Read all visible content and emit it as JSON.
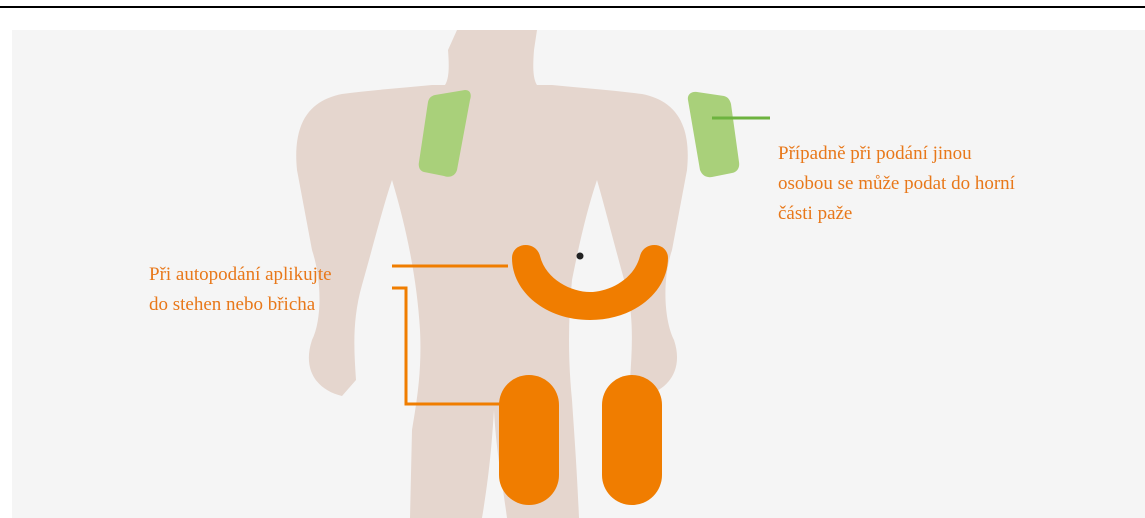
{
  "labels": {
    "arm_note": {
      "lines": [
        "Případně při podání jinou",
        "osobou se může podat do horní",
        "části paže"
      ]
    },
    "self_note": {
      "lines": [
        "Při autopodání aplikujte",
        "do stehen nebo břicha"
      ]
    }
  },
  "colors": {
    "background": "#f5f5f5",
    "body": "#e5d6ce",
    "arm_zone": "#a9d07a",
    "arm_leader": "#6db33f",
    "self_zone": "#f07d00",
    "text": "#e8781a",
    "navel": "#222222"
  }
}
